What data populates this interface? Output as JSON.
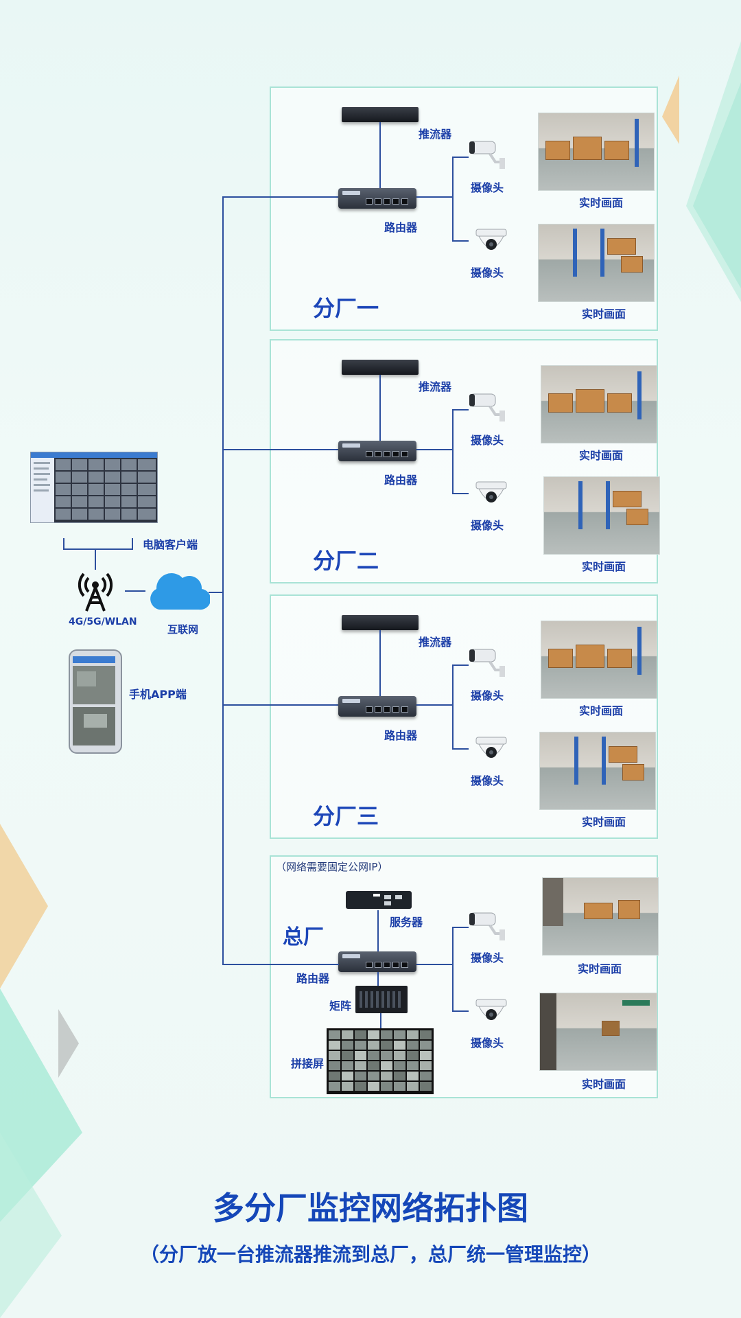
{
  "diagram": {
    "title": "多分厂监控网络拓扑图",
    "subtitle": "（分厂放一台推流器推流到总厂，总厂统一管理监控）",
    "clients": {
      "pc_label": "电脑客户端",
      "tower_label": "4G/5G/WLAN",
      "cloud_label": "互联网",
      "phone_label": "手机APP端"
    },
    "branches": [
      {
        "name": "分厂一",
        "streamer": "推流器",
        "router": "路由器",
        "camera1": "摄像头",
        "camera2": "摄像头",
        "feed1": "实时画面",
        "feed2": "实时画面"
      },
      {
        "name": "分厂二",
        "streamer": "推流器",
        "router": "路由器",
        "camera1": "摄像头",
        "camera2": "摄像头",
        "feed1": "实时画面",
        "feed2": "实时画面"
      },
      {
        "name": "分厂三",
        "streamer": "推流器",
        "router": "路由器",
        "camera1": "摄像头",
        "camera2": "摄像头",
        "feed1": "实时画面",
        "feed2": "实时画面"
      }
    ],
    "hq": {
      "note": "（网络需要固定公网IP）",
      "name": "总厂",
      "server": "服务器",
      "router": "路由器",
      "matrix": "矩阵",
      "video_wall": "拼接屏",
      "camera1": "摄像头",
      "camera2": "摄像头",
      "feed1": "实时画面",
      "feed2": "实时画面"
    }
  },
  "colors": {
    "accent": "#1c46b8",
    "line": "#2c4f9e",
    "panel_border": "#a9e3d6",
    "cloud": "#2e9ae6"
  }
}
